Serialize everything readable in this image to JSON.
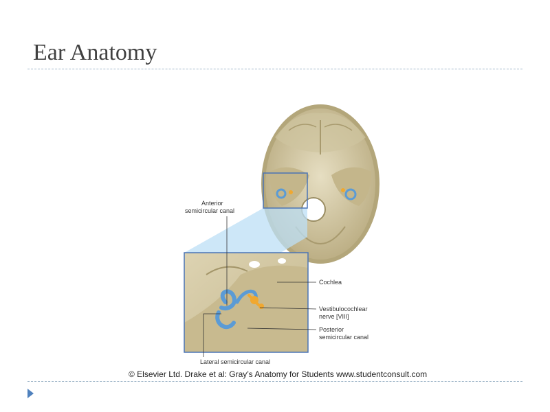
{
  "slide": {
    "title": "Ear Anatomy",
    "copyright": "© Elsevier Ltd. Drake et al: Gray’s Anatomy for Students www.studentconsult.com"
  },
  "labels": {
    "anterior_line1": "Anterior",
    "anterior_line2": "semicircular canal",
    "cochlea": "Cochlea",
    "vestib_line1": "Vestibulocochlear",
    "vestib_line2": "nerve [VIII]",
    "posterior_line1": "Posterior",
    "posterior_line2": "semicircular canal",
    "lateral": "Lateral semicircular canal"
  },
  "colors": {
    "accent": "#4f81bd",
    "bone": "#d8cfae",
    "labyrinth": "#5b9bd5",
    "ossicle": "#f0a830"
  }
}
